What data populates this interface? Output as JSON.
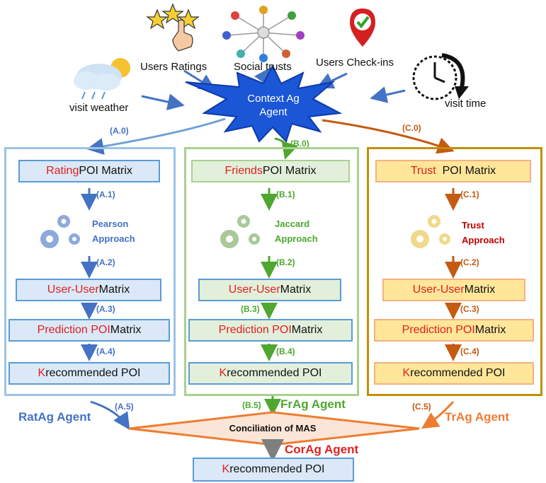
{
  "context": {
    "title_line1": "Context Ag",
    "title_line2": "Agent",
    "inputs": {
      "ratings": "Users Ratings",
      "trusts": "Social trusts",
      "checkins": "Users Check-ins",
      "weather": "visit weather",
      "time": "visit time"
    },
    "icons": [
      "stars-hand-icon",
      "social-network-icon",
      "location-pin-check-icon",
      "weather-cloud-sun-icon",
      "clock-arrow-icon"
    ]
  },
  "columns": {
    "A": {
      "edge_label": "(A.0)",
      "matrix_red": "Rating",
      "matrix_rest": " POI Matrix",
      "steps": [
        "(A.1)",
        "(A.2)",
        "(A.3)",
        "(A.4)"
      ],
      "approach_line1": "Pearson",
      "approach_line2": "Approach",
      "uu_red": "User-User",
      "uu_rest": " Matrix",
      "pred_red": "Prediction POI",
      "pred_rest": " Matrix",
      "rec_red": "K",
      "rec_rest": " recommended POI",
      "out_step": "(A.5)",
      "agent": "RatAg Agent"
    },
    "B": {
      "edge_label": "(B.0)",
      "matrix_red": "Friends",
      "matrix_rest": " POI Matrix",
      "steps": [
        "(B.1)",
        "(B.2)",
        "(B.3)",
        "(B.4)"
      ],
      "approach_line1": "Jaccard",
      "approach_line2": "Approach",
      "uu_red": "User-User",
      "uu_rest": " Matrix",
      "pred_red": "Prediction POI",
      "pred_rest": " Matrix",
      "rec_red": "K",
      "rec_rest": " recommended POI",
      "out_step": "(B.5)",
      "agent": "FrAg Agent"
    },
    "C": {
      "edge_label": "(C.0)",
      "matrix_red": "Trust",
      "matrix_rest": "  POI Matrix",
      "steps": [
        "(C.1)",
        "(C.2)",
        "(C.3)",
        "(C.4)"
      ],
      "approach_line1": "Trust",
      "approach_line2": "Approach",
      "uu_red": "User-User",
      "uu_rest": " Matrix",
      "pred_red": "Prediction POI",
      "pred_rest": " Matrix",
      "rec_red": "K",
      "rec_rest": " recommended POI",
      "out_step": "(C.5)",
      "agent": "TrAg Agent"
    }
  },
  "conciliation": {
    "label": "Conciliation of MAS",
    "agent": "CorAg Agent",
    "final_red": "K",
    "final_rest": " recommended POI"
  },
  "colors": {
    "blue": "#4472c4",
    "green": "#4ea72e",
    "orange": "#c55a11",
    "red_text": "#e02020",
    "blue_fill": "#dae8f7",
    "green_fill": "#e2efda",
    "yellow_fill": "#ffe699",
    "diamond_stroke": "#ed7d31",
    "diamond_fill": "#fbe5d6",
    "star_blue": "#1f4e9e"
  }
}
